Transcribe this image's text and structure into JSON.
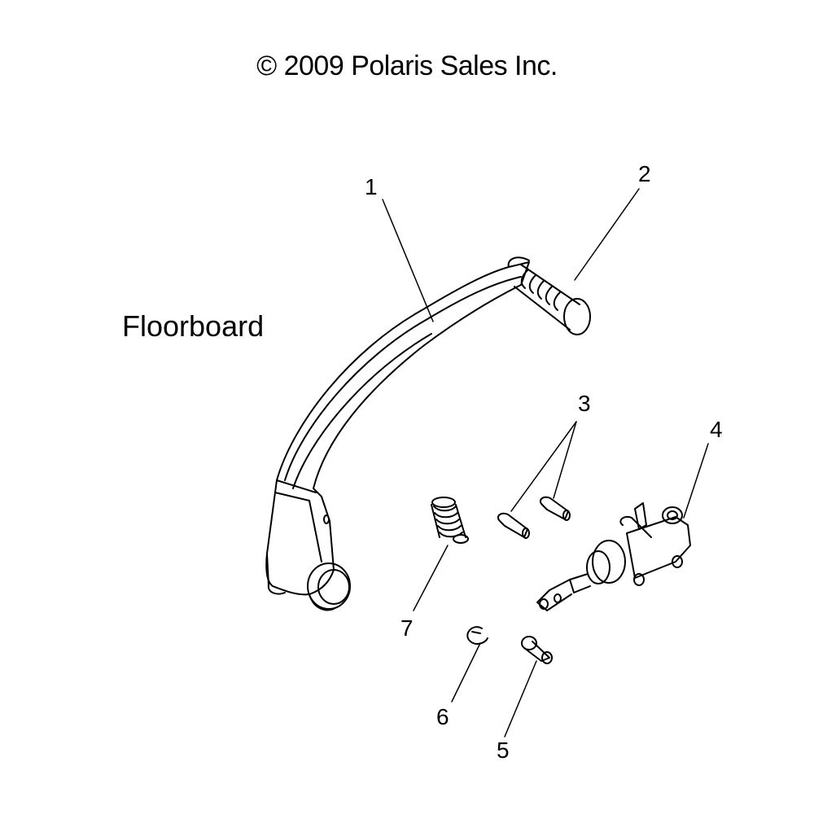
{
  "header": {
    "copyright": "© 2009 Polaris Sales Inc."
  },
  "region_label": "Floorboard",
  "callouts": {
    "c1": "1",
    "c2": "2",
    "c3": "3",
    "c4": "4",
    "c5": "5",
    "c6": "6",
    "c7": "7"
  }
}
